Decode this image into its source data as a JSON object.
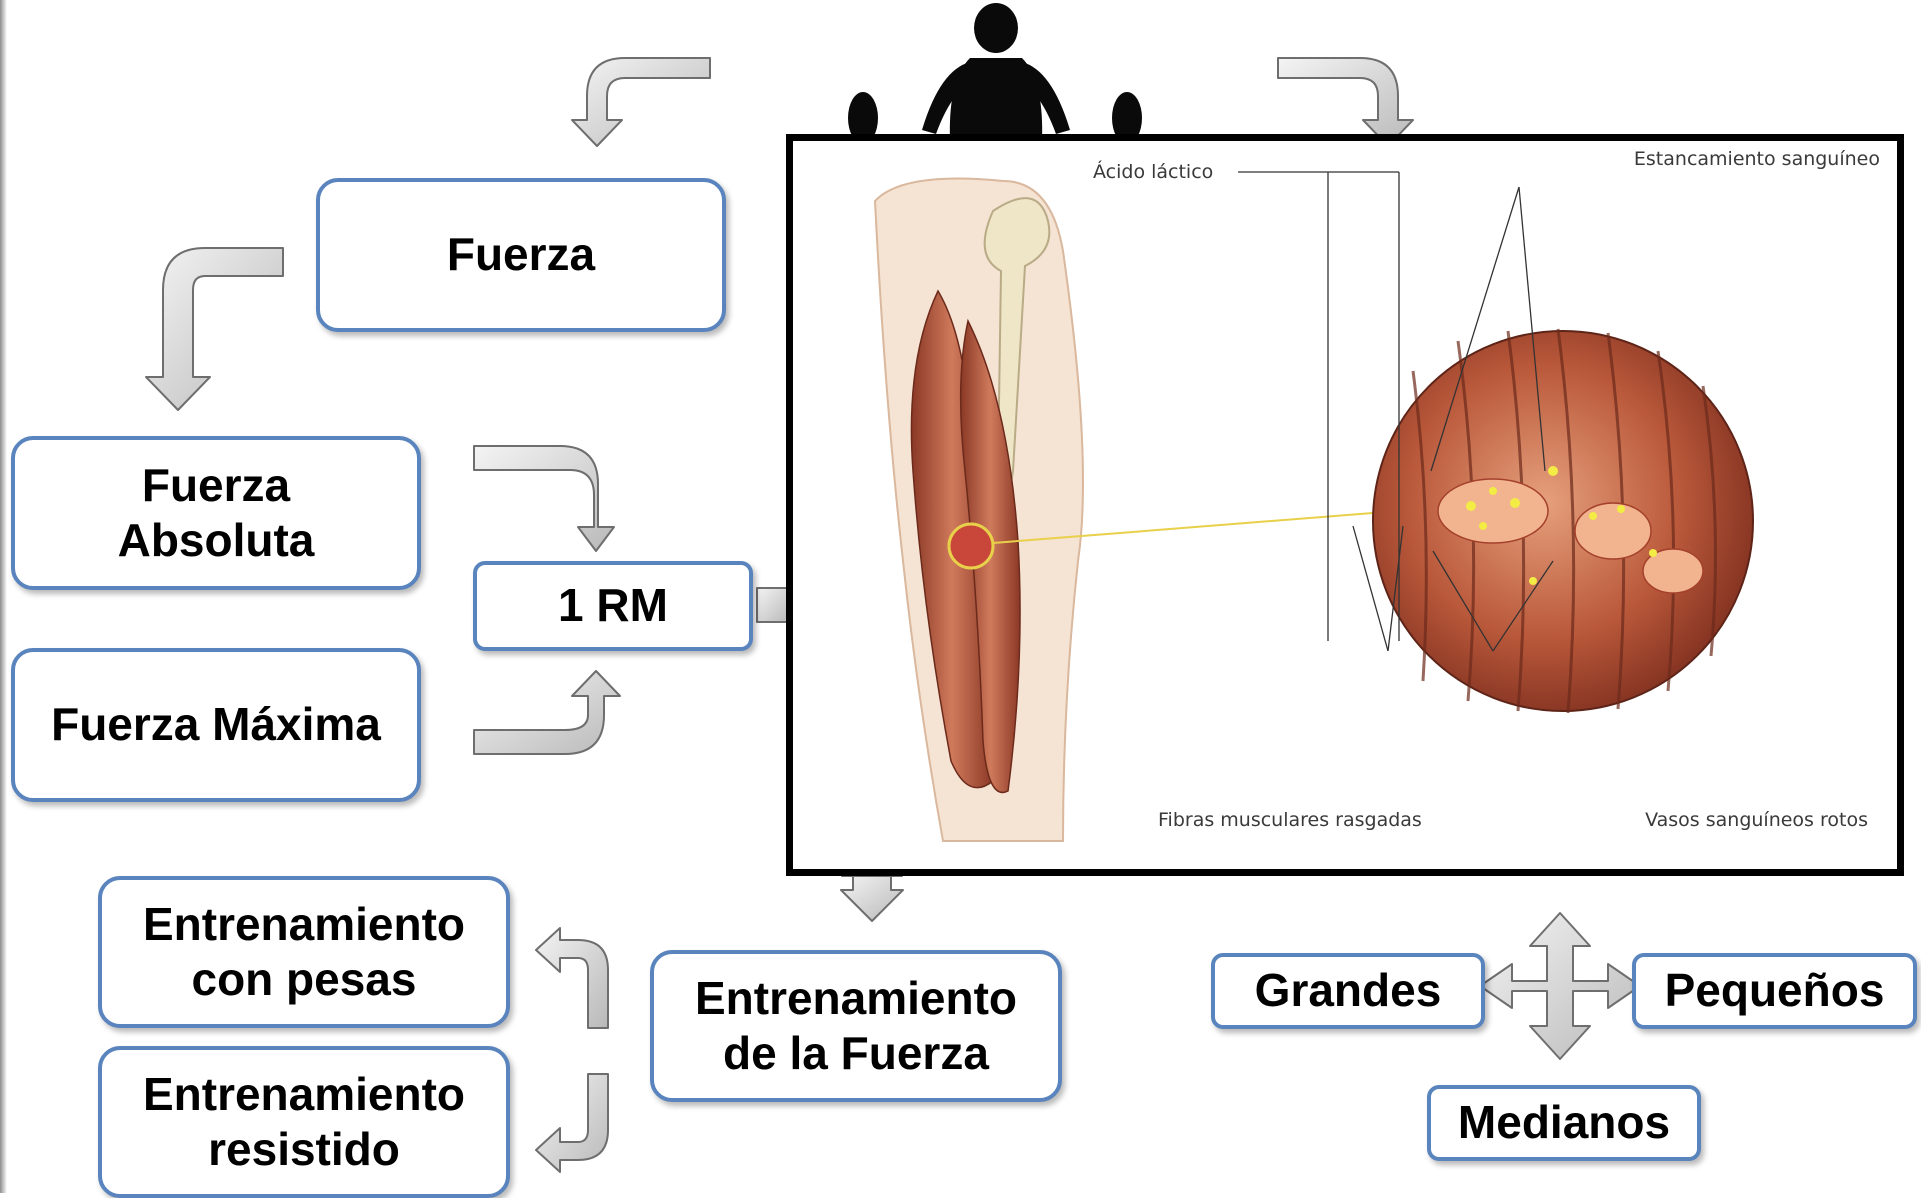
{
  "boxes": {
    "fuerza": "Fuerza",
    "fuerza_absoluta": "Fuerza\nAbsoluta",
    "fuerza_maxima": "Fuerza Máxima",
    "one_rm": "1 RM",
    "entrenamiento_pesas": "Entrenamiento\ncon pesas",
    "entrenamiento_resistido": "Entrenamiento\nresistido",
    "entrenamiento_fuerza": "Entrenamiento\nde la Fuerza",
    "grandes": "Grandes",
    "pequenos": "Pequeños",
    "medianos": "Medianos"
  },
  "figure": {
    "acido_lactico": "Ácido láctico",
    "estancamiento": "Estancamiento sanguíneo",
    "fibras": "Fibras musculares rasgadas",
    "vasos": "Vasos sanguíneos rotos"
  },
  "colors": {
    "box_border": "#5a84bd",
    "arrow_fill": "#d9d9d9",
    "arrow_stroke": "#777777",
    "frame": "#000000",
    "muscle": "#b65a3e"
  }
}
